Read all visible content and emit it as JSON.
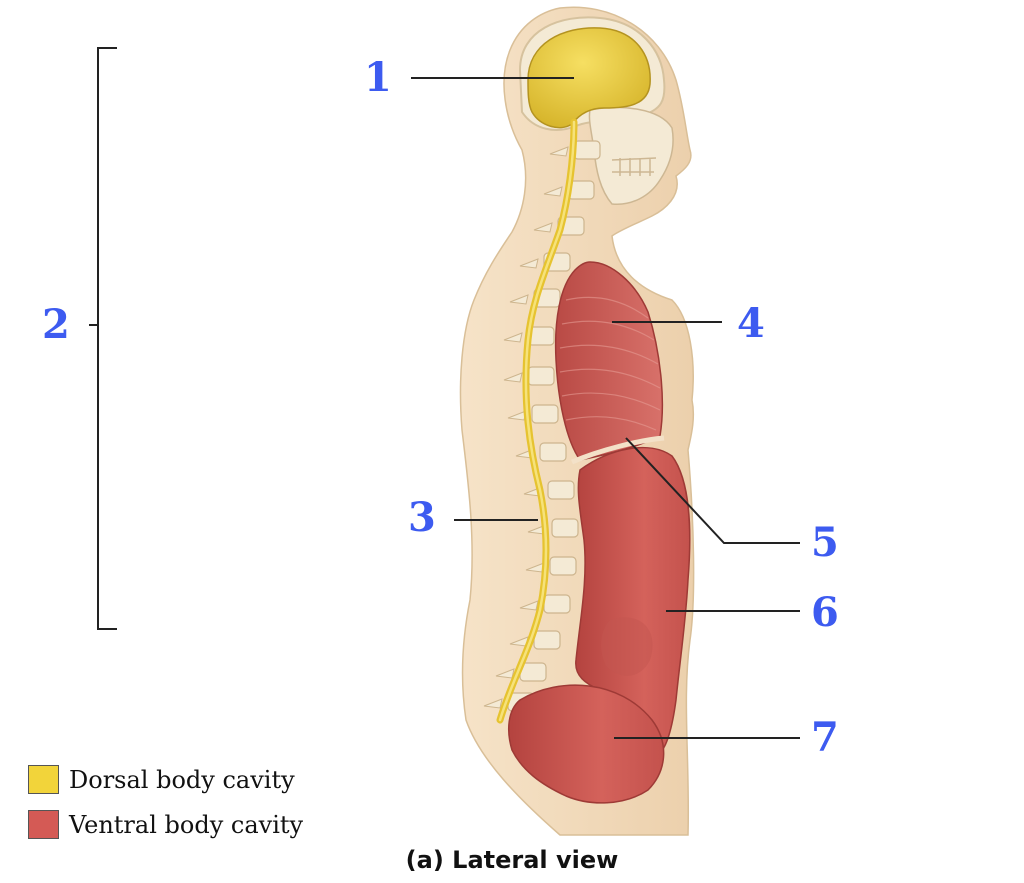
{
  "labels": [
    {
      "id": "1",
      "text": "1"
    },
    {
      "id": "2",
      "text": "2"
    },
    {
      "id": "3",
      "text": "3"
    },
    {
      "id": "4",
      "text": "4"
    },
    {
      "id": "5",
      "text": "5"
    },
    {
      "id": "6",
      "text": "6"
    },
    {
      "id": "7",
      "text": "7"
    }
  ],
  "legend": [
    {
      "label": "Dorsal body cavity",
      "color": "#f2d43a"
    },
    {
      "label": "Ventral body cavity",
      "color": "#d45a55"
    }
  ],
  "caption": "(a) Lateral view",
  "colors": {
    "label": "#3d5bf0",
    "skin": "#f1d9ba",
    "bone": "#f4ead5",
    "dorsal": "#f2d43a",
    "ventral": "#c8504b"
  }
}
